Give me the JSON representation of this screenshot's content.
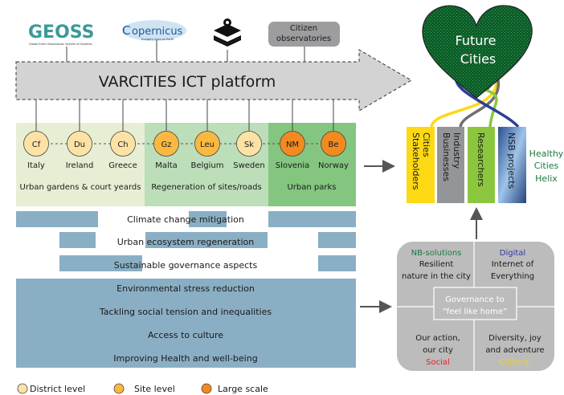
{
  "logos": {
    "geoss": {
      "name": "GEOSS",
      "tagline": "Global Earth Observation System of Systems"
    },
    "copernicus": {
      "name": "opernicus",
      "tagline": "Europe's eyes on Earth"
    },
    "layers_icon": "map-layers-pin-icon",
    "citizen": "Citizen observatories"
  },
  "platform": {
    "label": "VARCITIES ICT platform"
  },
  "sites": [
    {
      "code": "Cf",
      "country": "Italy",
      "level": "district"
    },
    {
      "code": "Du",
      "country": "Ireland",
      "level": "district"
    },
    {
      "code": "Ch",
      "country": "Greece",
      "level": "district"
    },
    {
      "code": "Gz",
      "country": "Malta",
      "level": "site"
    },
    {
      "code": "Leu",
      "country": "Belgium",
      "level": "site"
    },
    {
      "code": "Sk",
      "country": "Sweden",
      "level": "district"
    },
    {
      "code": "NM",
      "country": "Slovenia",
      "level": "large"
    },
    {
      "code": "Be",
      "country": "Norway",
      "level": "large"
    }
  ],
  "categories": [
    "Urban gardens & court yeards",
    "Regeneration of sites/roads",
    "Urban parks"
  ],
  "challenges": [
    "Climate change mitigation",
    "Urban ecosystem regeneration",
    "Sustainable governance aspects",
    "Environmental stress reduction",
    "Tackling social tension and inequalities",
    "Access to culture",
    "Improving Health and well-being"
  ],
  "legend": [
    {
      "label": "District level",
      "color": "#fde2a6"
    },
    {
      "label": "Site level",
      "color": "#fbb841"
    },
    {
      "label": "Large scale",
      "color": "#f28a1f"
    }
  ],
  "heart": {
    "line1": "Future",
    "line2": "Cities"
  },
  "helix": {
    "title": [
      "Healthy",
      "Cities",
      "Helix"
    ],
    "strands": [
      {
        "line1": "Cities",
        "line2": "Stakeholders",
        "color": "#fcd914"
      },
      {
        "line1": "Industry",
        "line2": "Businesses",
        "color": "#8b8c8e"
      },
      {
        "line1": "Researchers",
        "line2": "",
        "color": "#8cc63f"
      },
      {
        "line1": "NSB projects",
        "line2": "",
        "color": "#2a3f9a"
      }
    ]
  },
  "quadrants": {
    "nb": {
      "title": "NB-solutions",
      "l1": "Resilient",
      "l2": "nature in the city"
    },
    "digital": {
      "title": "Digital",
      "l1": "Internet of",
      "l2": "Everything"
    },
    "social": {
      "title": "Social",
      "l1": "Our action,",
      "l2": "our city"
    },
    "cultural": {
      "title": "Cultural",
      "l1": "Diversity, joy",
      "l2": "and adventure"
    },
    "center": {
      "l1": "Governance to",
      "l2": "“feel like home”"
    }
  },
  "colors": {
    "bar": "#8aafc4",
    "panel1": "#e6efd4",
    "panel2": "#bcdeb9",
    "panel3": "#84c680",
    "heart": "#0d5a2a",
    "green_text": "#1b7a3d",
    "digital": "#2b3a9a",
    "social": "#e8202a",
    "cultural": "#f5d20a"
  }
}
